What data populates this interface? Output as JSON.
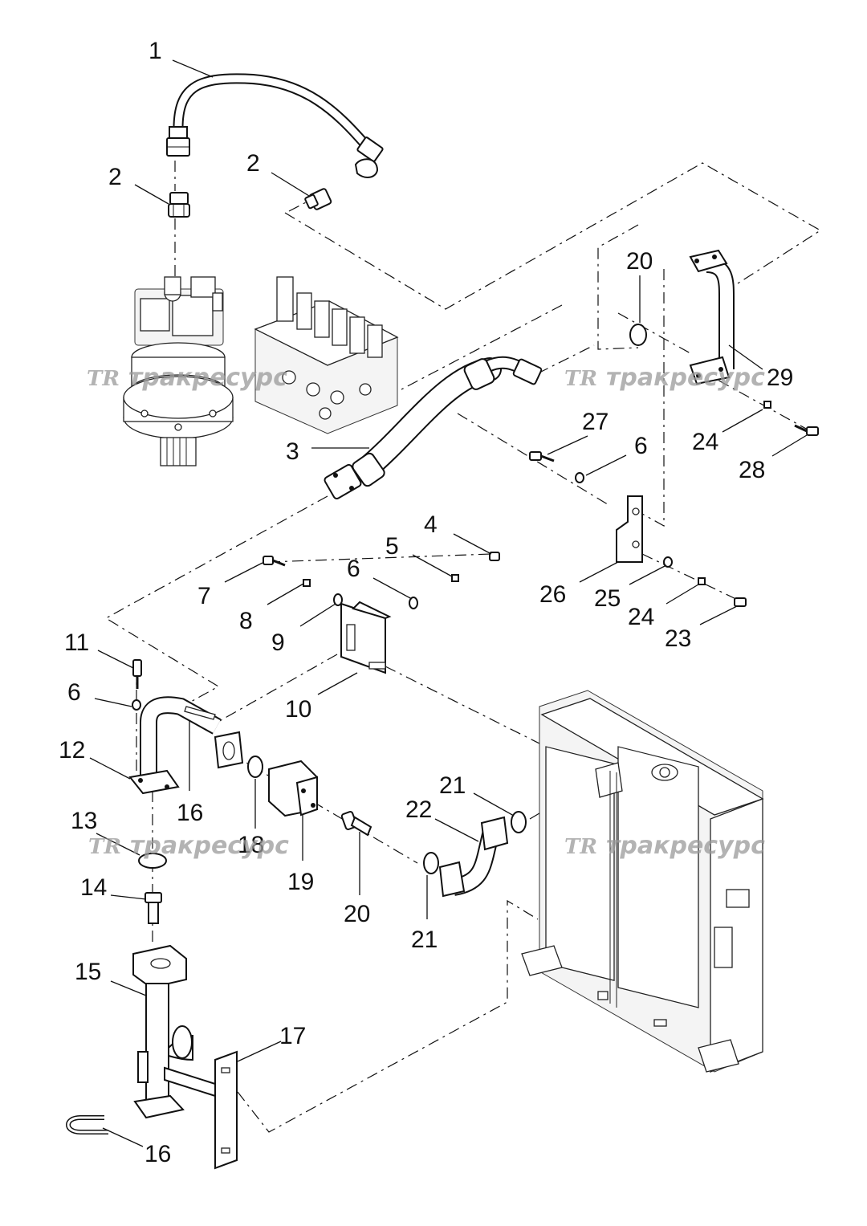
{
  "diagram": {
    "callouts": [
      {
        "id": "c1",
        "label": "1"
      },
      {
        "id": "c2a",
        "label": "2"
      },
      {
        "id": "c2b",
        "label": "2"
      },
      {
        "id": "c20a",
        "label": "20"
      },
      {
        "id": "c29",
        "label": "29"
      },
      {
        "id": "c27",
        "label": "27"
      },
      {
        "id": "c6a",
        "label": "6"
      },
      {
        "id": "c24a",
        "label": "24"
      },
      {
        "id": "c28",
        "label": "28"
      },
      {
        "id": "c3",
        "label": "3"
      },
      {
        "id": "c4",
        "label": "4"
      },
      {
        "id": "c5",
        "label": "5"
      },
      {
        "id": "c6b",
        "label": "6"
      },
      {
        "id": "c7",
        "label": "7"
      },
      {
        "id": "c8",
        "label": "8"
      },
      {
        "id": "c9",
        "label": "9"
      },
      {
        "id": "c26",
        "label": "26"
      },
      {
        "id": "c25",
        "label": "25"
      },
      {
        "id": "c24b",
        "label": "24"
      },
      {
        "id": "c23",
        "label": "23"
      },
      {
        "id": "c11",
        "label": "11"
      },
      {
        "id": "c10",
        "label": "10"
      },
      {
        "id": "c6c",
        "label": "6"
      },
      {
        "id": "c12",
        "label": "12"
      },
      {
        "id": "c16a",
        "label": "16"
      },
      {
        "id": "c21a",
        "label": "21"
      },
      {
        "id": "c22",
        "label": "22"
      },
      {
        "id": "c13",
        "label": "13"
      },
      {
        "id": "c18",
        "label": "18"
      },
      {
        "id": "c19",
        "label": "19"
      },
      {
        "id": "c14",
        "label": "14"
      },
      {
        "id": "c20b",
        "label": "20"
      },
      {
        "id": "c21b",
        "label": "21"
      },
      {
        "id": "c15",
        "label": "15"
      },
      {
        "id": "c17",
        "label": "17"
      },
      {
        "id": "c16b",
        "label": "16"
      }
    ],
    "watermark": {
      "logo": "TR",
      "text": "тракресурс"
    }
  }
}
